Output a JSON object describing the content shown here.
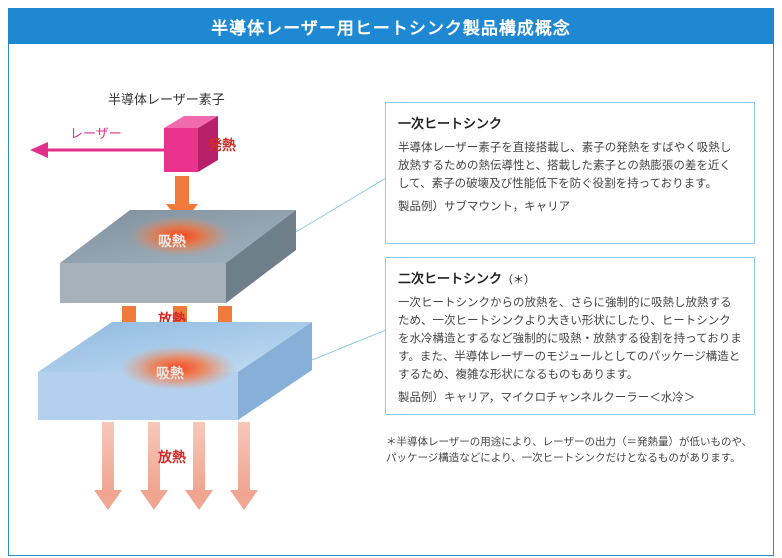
{
  "title": "半導体レーザー用ヒートシンク製品構成概念",
  "diagram": {
    "chip_label": "半導体レーザー素子",
    "laser_label": "レーザー",
    "heat_gen_label": "発熱",
    "absorb_label_1": "吸熱",
    "release_label_1": "放熱",
    "absorb_label_2": "吸熱",
    "release_label_2": "放熱"
  },
  "primary": {
    "title": "一次ヒートシンク",
    "description": "半導体レーザー素子を直接搭載し、素子の発熱をすばやく吸熱し放熱するための熱伝導性と、搭載した素子との熱膨張の差を近くして、素子の破壊及び性能低下を防ぐ役割を持っております。",
    "example": "製品例）サブマウント，キャリア"
  },
  "secondary": {
    "title": "二次ヒートシンク",
    "title_mark": "（＊）",
    "description": "一次ヒートシンクからの放熱を、さらに強制的に吸熱し放熱するため、一次ヒートシンクより大きい形状にしたり、ヒートシンクを水冷構造とするなど強制的に吸熱・放熱する役割を持っております。また、半導体レーザーのモジュールとしてのパッケージ構造とするため、複雑な形状になるものもあります。",
    "example": "製品例）キャリア，マイクロチャンネルクーラー＜水冷＞"
  },
  "note": "＊半導体レーザーの用途により、レーザーの出力（＝発熱量）が低いものや、パッケージ構造などにより、一次ヒートシンクだけとなるものがあります。",
  "colors": {
    "header": "#1e88d2",
    "laser": "#e0308a",
    "chip": "#e8328c",
    "arrow_orange": "#f07a3c",
    "arrow_pink": "#f3b5a3",
    "plate1": "#8a9ba8",
    "plate2": "#a9cbea"
  }
}
